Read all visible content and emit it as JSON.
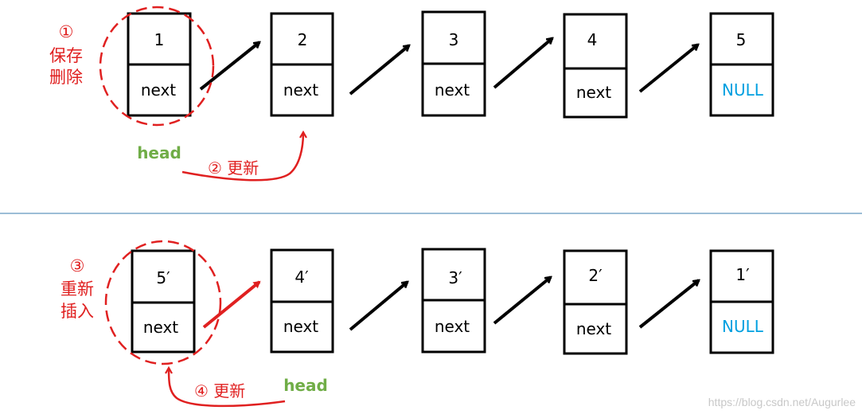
{
  "top": {
    "nodes": [
      {
        "value": "1",
        "field": "next"
      },
      {
        "value": "2",
        "field": "next"
      },
      {
        "value": "3",
        "field": "next"
      },
      {
        "value": "4",
        "field": "next"
      },
      {
        "value": "5",
        "field": "NULL"
      }
    ],
    "step1": {
      "number": "①",
      "line1": "保存",
      "line2": "删除"
    },
    "head_label": "head",
    "step2": "② 更新"
  },
  "bottom": {
    "nodes": [
      {
        "value": "5′",
        "field": "next"
      },
      {
        "value": "4′",
        "field": "next"
      },
      {
        "value": "3′",
        "field": "next"
      },
      {
        "value": "2′",
        "field": "next"
      },
      {
        "value": "1′",
        "field": "NULL"
      }
    ],
    "step3": {
      "number": "③",
      "line1": "重新",
      "line2": "插入"
    },
    "head_label": "head",
    "step4": "④ 更新"
  },
  "watermark": "https://blog.csdn.net/Augurlee",
  "colors": {
    "annotation": "#e02020",
    "head": "#70ad47",
    "null": "#00a0e0",
    "divider": "#7ba7c9"
  }
}
